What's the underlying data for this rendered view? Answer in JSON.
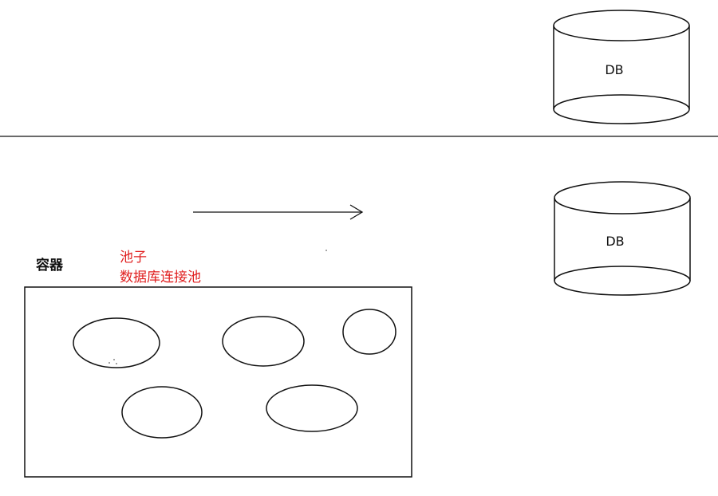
{
  "colors": {
    "stroke": "#111111",
    "pool_text": "#e02020",
    "background": "#ffffff"
  },
  "top_section": {
    "db_label": "DB"
  },
  "bottom_section": {
    "db_label": "DB",
    "container_label": "容器",
    "pool_label_line1": "池子",
    "pool_label_line2": "数据库连接池",
    "connection_count": 5
  }
}
